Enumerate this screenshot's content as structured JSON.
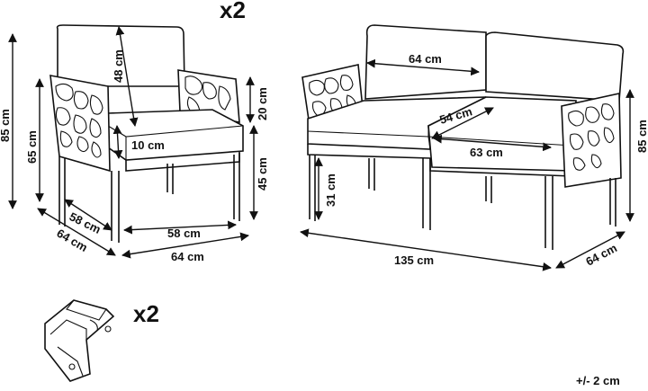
{
  "armchair": {
    "quantity": "x2",
    "height_total": "85 cm",
    "height_armrest": "65 cm",
    "backrest_height": "48 cm",
    "armrest_above_seat": "20 cm",
    "cushion_thickness": "10 cm",
    "seat_height": "45 cm",
    "seat_depth": "58 cm",
    "seat_width": "58 cm",
    "depth_total": "64 cm",
    "width_total": "64 cm"
  },
  "sofa": {
    "backrest_width": "64 cm",
    "seat_depth": "54 cm",
    "seat_width": "63 cm",
    "height_total": "85 cm",
    "leg_height": "31 cm",
    "width_total": "135 cm",
    "depth_total": "64 cm"
  },
  "connector": {
    "quantity": "x2"
  },
  "tolerance": "+/- 2 cm"
}
